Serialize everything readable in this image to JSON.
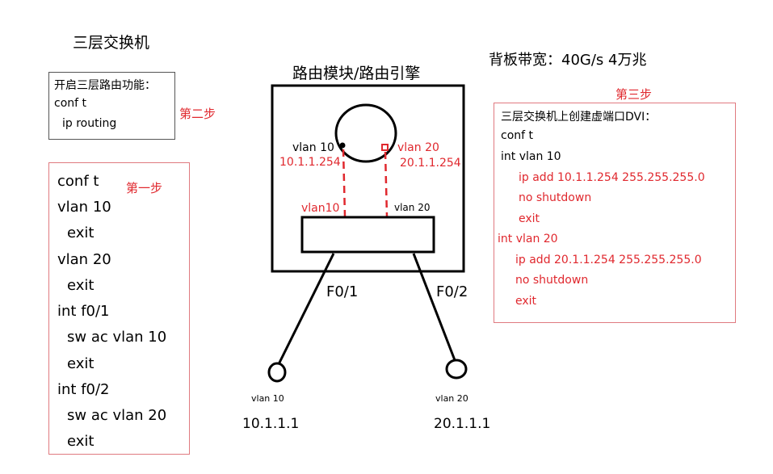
{
  "title": "三层交换机",
  "backplane": "背板带宽：40G/s    4万兆",
  "engine_title": "路由模块/路由引擎",
  "step1": {
    "label": "第一步",
    "lines": [
      "conf t",
      "vlan 10",
      "exit",
      "vlan 20",
      "exit",
      "int f0/1",
      "sw ac vlan 10",
      "exit",
      "int f0/2",
      "sw ac vlan 20",
      "exit"
    ]
  },
  "step2": {
    "label": "第二步",
    "lines": [
      "开启三层路由功能：",
      "conf t",
      "ip  routing"
    ]
  },
  "step3": {
    "label": "第三步",
    "lines": [
      "三层交换机上创建虚端口DVI：",
      "conf  t",
      "int vlan 10",
      "ip   add  10.1.1.254  255.255.255.0",
      "no  shutdown",
      "exit",
      "int vlan 20",
      "ip   add  20.1.1.254  255.255.255.0",
      "no  shutdown",
      "exit"
    ]
  },
  "diagram": {
    "vlan10_label": "vlan 10",
    "vlan10_ip": "10.1.1.254",
    "vlan20_label": "vlan 20",
    "vlan20_ip": "20.1.1.254",
    "vlan10_port": "vlan10",
    "vlan20_port": "vlan 20",
    "port_f01": "F0/1",
    "port_f02": "F0/2",
    "host1_vlan": "vlan 10",
    "host1_ip": "10.1.1.1",
    "host2_vlan": "vlan 20",
    "host2_ip": "20.1.1.1"
  },
  "colors": {
    "annotation": "#e0282e",
    "box_border": "#e07a80",
    "line": "#000000"
  }
}
